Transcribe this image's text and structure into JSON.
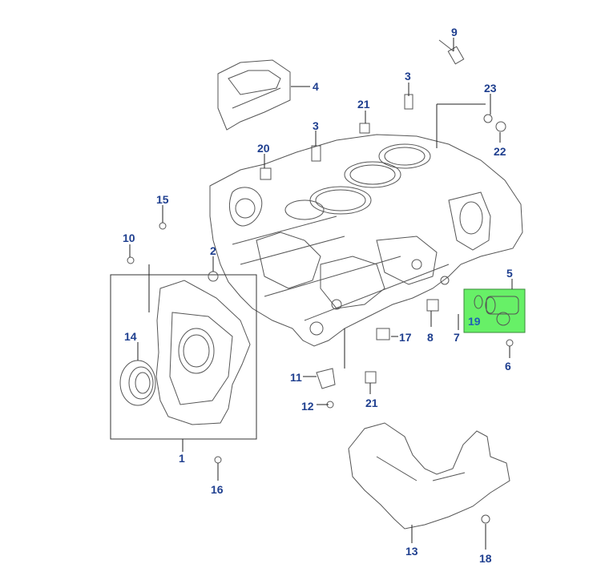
{
  "figure": {
    "highlight_color": "#67f067",
    "callout_color": "#1f3f8f"
  },
  "callouts": {
    "c1": "1",
    "c2": "2",
    "c3a": "3",
    "c3b": "3",
    "c4": "4",
    "c5": "5",
    "c6": "6",
    "c7": "7",
    "c8": "8",
    "c9": "9",
    "c10": "10",
    "c11": "11",
    "c12": "12",
    "c13": "13",
    "c14": "14",
    "c15": "15",
    "c16": "16",
    "c17": "17",
    "c18": "18",
    "c19": "19",
    "c20": "20",
    "c21a": "21",
    "c21b": "21",
    "c22": "22",
    "c23": "23"
  }
}
